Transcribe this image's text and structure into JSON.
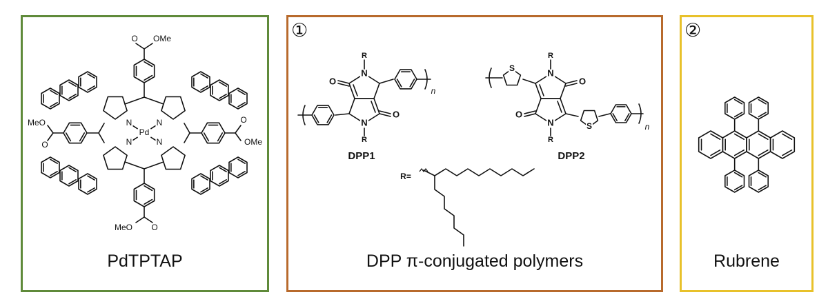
{
  "panels": [
    {
      "caption": "PdTPTAP",
      "border_color": "#5f8a3a",
      "labels": {
        "metal": "Pd",
        "nitrogen": "N",
        "ester_top": "OMe",
        "ester_left": "MeO",
        "ester_right": "OMe",
        "ester_bottom": "MeO",
        "oxygen": "O"
      }
    },
    {
      "number": "①",
      "caption": "DPP π-conjugated polymers",
      "border_color": "#b86a2c",
      "labels": {
        "polymer1": "DPP1",
        "polymer2": "DPP2",
        "r_group": "R=",
        "r": "R",
        "n": "N",
        "o": "O",
        "s": "S",
        "subscript_n": "n"
      }
    },
    {
      "number": "②",
      "caption": "Rubrene",
      "border_color": "#e8c12a"
    }
  ]
}
